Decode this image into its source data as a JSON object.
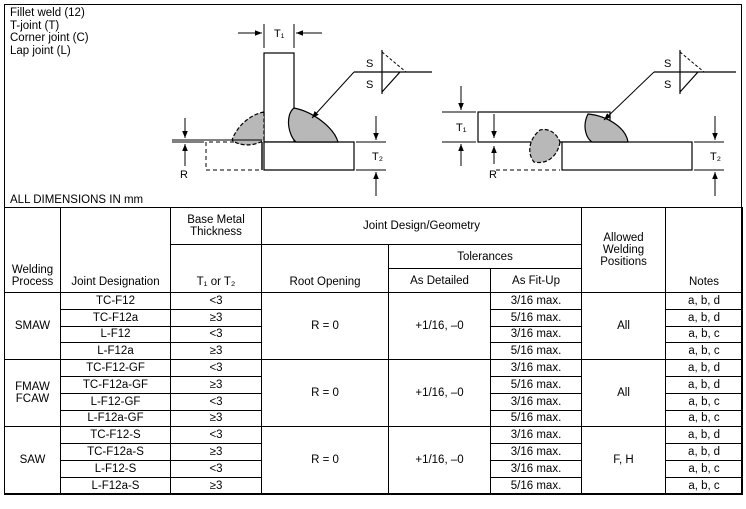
{
  "legend": [
    "Fillet weld (12)",
    "T-joint (T)",
    "Corner joint (C)",
    "Lap joint (L)"
  ],
  "dimensions_note": "ALL DIMENSIONS IN mm",
  "figure": {
    "t1": "T₁",
    "t2": "T₂",
    "r": "R",
    "s_upper": "S",
    "s_lower": "S"
  },
  "headers": {
    "welding_process": "Welding Process",
    "joint_designation": "Joint Designation",
    "base_metal": "Base Metal Thickness",
    "t1_or_t2": "T₁ or T₂",
    "joint_design": "Joint Design/Geometry",
    "root_opening": "Root Opening",
    "tolerances": "Tolerances",
    "as_detailed": "As Detailed",
    "as_fit_up": "As Fit-Up",
    "allowed_positions": "Allowed Welding Positions",
    "notes": "Notes"
  },
  "groups": [
    {
      "process": "SMAW",
      "root_opening": "R = 0",
      "tolerance": "+1/16, –0",
      "positions": "All",
      "rows": [
        {
          "designation": "TC-F12",
          "thickness": "<3",
          "fitup": "3/16 max.",
          "notes": "a, b, d"
        },
        {
          "designation": "TC-F12a",
          "thickness": "≥3",
          "fitup": "5/16 max.",
          "notes": "a, b, d"
        },
        {
          "designation": "L-F12",
          "thickness": "<3",
          "fitup": "3/16 max.",
          "notes": "a, b, c"
        },
        {
          "designation": "L-F12a",
          "thickness": "≥3",
          "fitup": "5/16 max.",
          "notes": "a, b, c"
        }
      ]
    },
    {
      "process": "FMAW FCAW",
      "root_opening": "R = 0",
      "tolerance": "+1/16, –0",
      "positions": "All",
      "rows": [
        {
          "designation": "TC-F12-GF",
          "thickness": "<3",
          "fitup": "3/16 max.",
          "notes": "a, b, d"
        },
        {
          "designation": "TC-F12a-GF",
          "thickness": "≥3",
          "fitup": "5/16 max.",
          "notes": "a, b, d"
        },
        {
          "designation": "L-F12-GF",
          "thickness": "<3",
          "fitup": "3/16 max.",
          "notes": "a, b, c"
        },
        {
          "designation": "L-F12a-GF",
          "thickness": "≥3",
          "fitup": "5/16 max.",
          "notes": "a, b, c"
        }
      ]
    },
    {
      "process": "SAW",
      "root_opening": "R = 0",
      "tolerance": "+1/16, –0",
      "positions": "F, H",
      "rows": [
        {
          "designation": "TC-F12-S",
          "thickness": "<3",
          "fitup": "3/16 max.",
          "notes": "a, b, d"
        },
        {
          "designation": "TC-F12a-S",
          "thickness": "≥3",
          "fitup": "3/16 max.",
          "notes": "a, b, d"
        },
        {
          "designation": "L-F12-S",
          "thickness": "<3",
          "fitup": "3/16 max.",
          "notes": "a, b, c"
        },
        {
          "designation": "L-F12a-S",
          "thickness": "≥3",
          "fitup": "5/16 max.",
          "notes": "a, b, c"
        }
      ]
    }
  ],
  "colors": {
    "weld_fill": "#b8b8b8",
    "line": "#000000"
  }
}
